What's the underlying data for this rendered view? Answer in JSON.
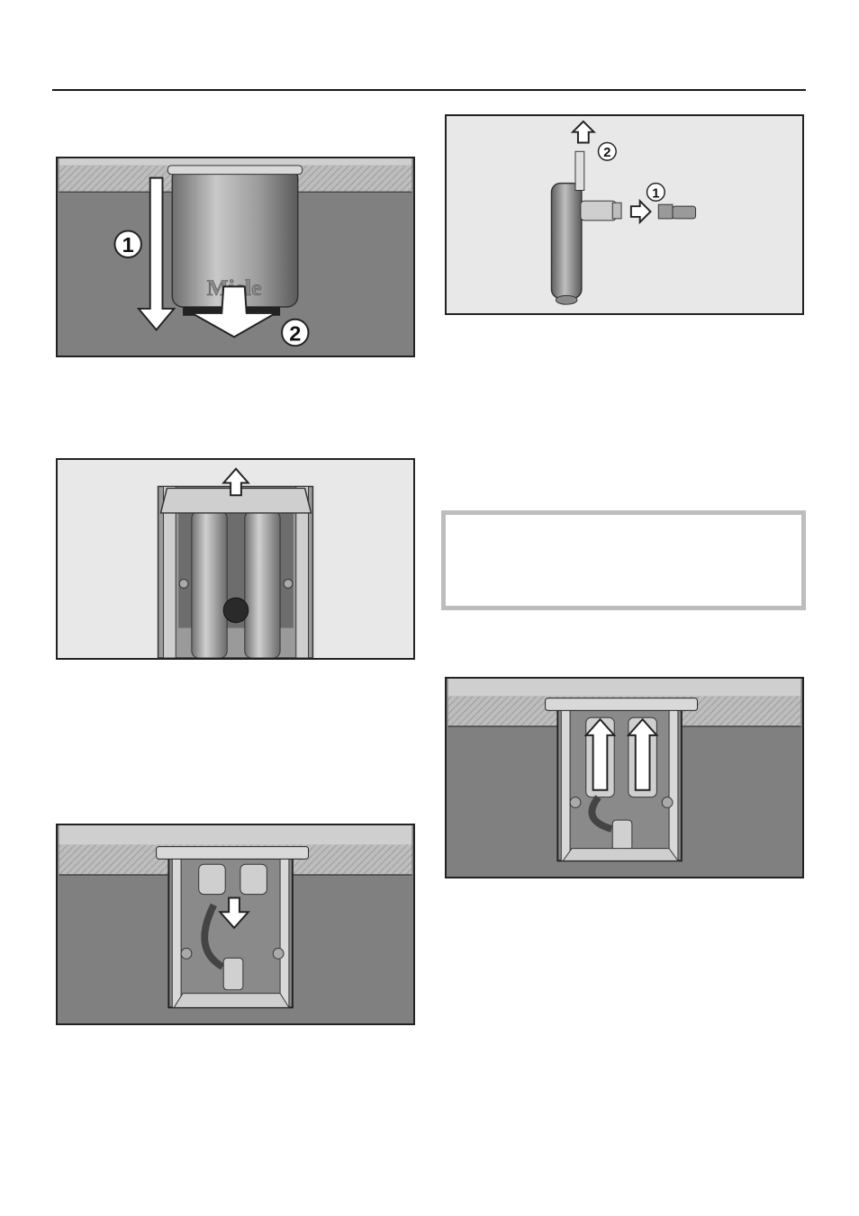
{
  "figures": {
    "fig1": {
      "callouts": [
        "1",
        "2"
      ],
      "brand_label": "Miele"
    },
    "fig2": {
      "callouts": []
    },
    "fig3": {
      "callouts": []
    },
    "fig4": {
      "callouts": [
        "2",
        "1"
      ]
    },
    "fig5": {
      "callouts": []
    }
  },
  "note": {
    "text": ""
  }
}
